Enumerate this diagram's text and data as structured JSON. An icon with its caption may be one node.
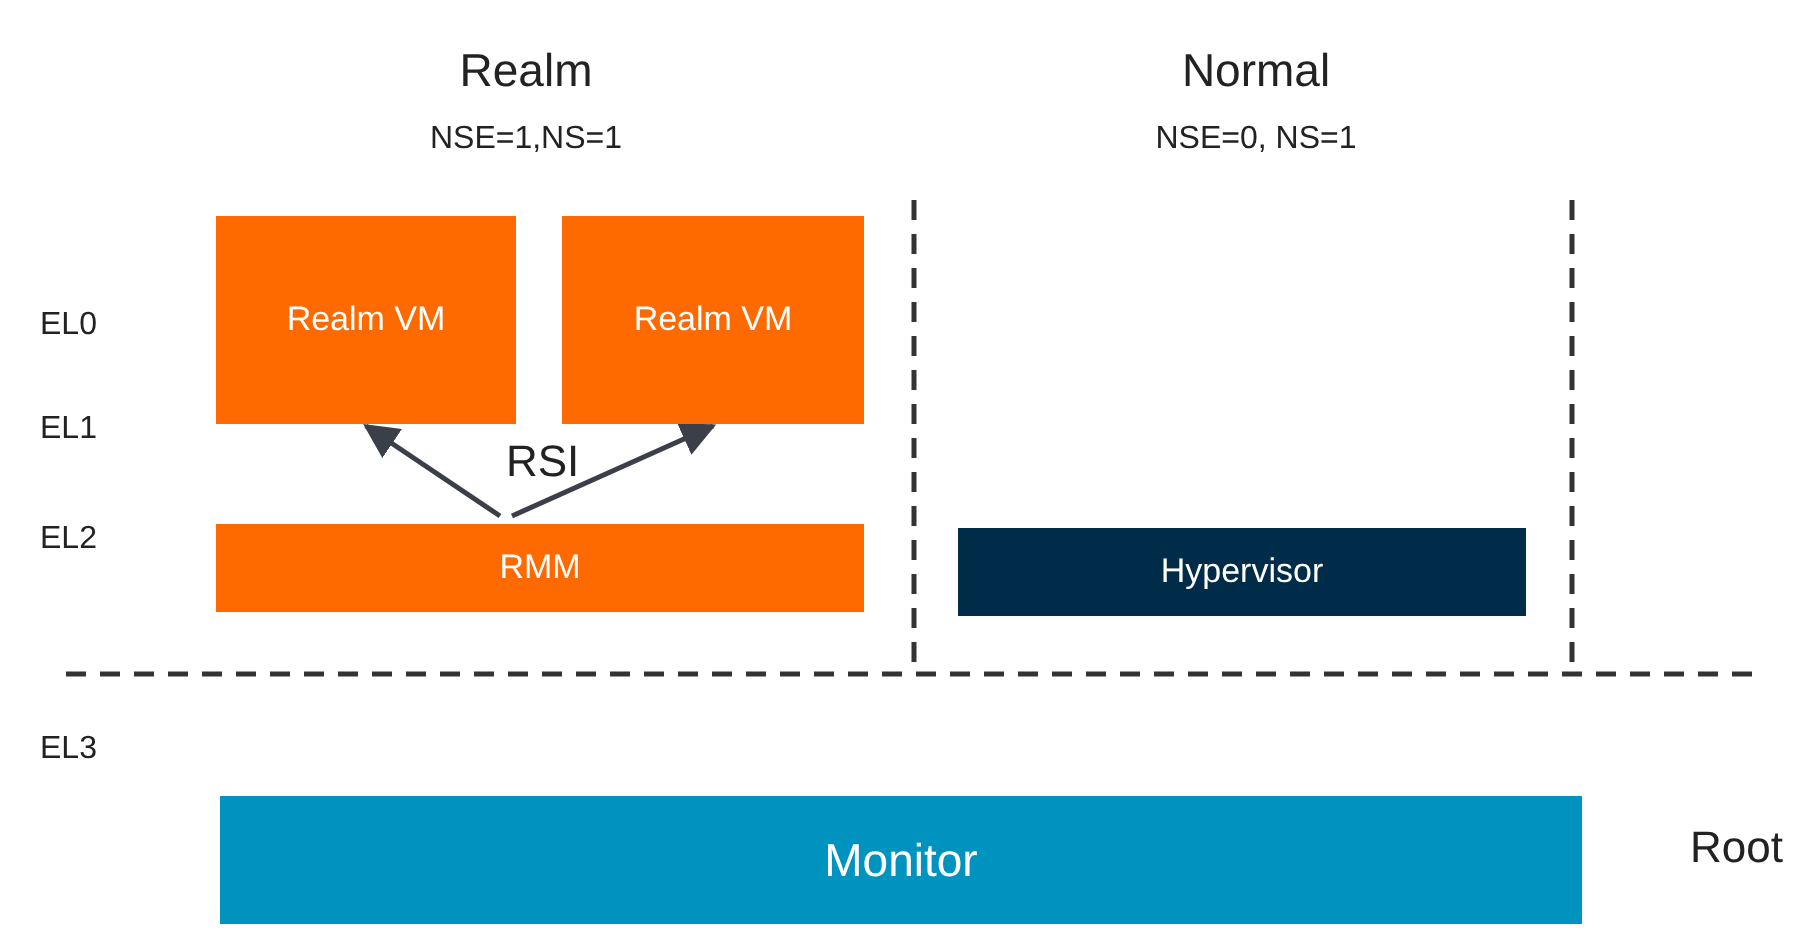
{
  "diagram": {
    "nodes": [
      {
        "text": [
          "Realm VM"
        ]
      },
      {
        "text": [
          "Realm VM"
        ]
      },
      {
        "text": [
          "RMM"
        ]
      },
      {
        "text": [
          "Hypervisor"
        ]
      },
      {
        "text": [
          "Monitor"
        ]
      }
    ],
    "edges": [
      {
        "from": 2,
        "to": 0,
        "arrow": "to"
      },
      {
        "from": 2,
        "to": 1,
        "arrow": "to"
      }
    ],
    "labels": [
      "Realm",
      "NSE=1,NS=1",
      "Normal",
      "NSE=0, NS=1",
      "EL0",
      "EL1",
      "EL2",
      "RSI",
      "EL3",
      "Root"
    ]
  }
}
